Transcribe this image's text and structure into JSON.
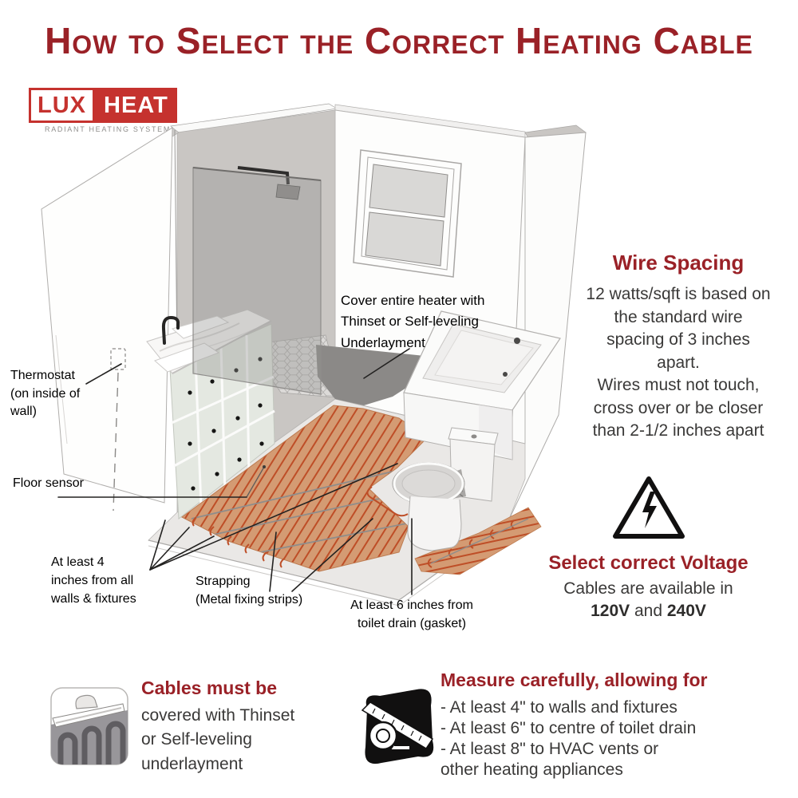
{
  "title": "How to Select the Correct Heating Cable",
  "logo": {
    "lux": "LUX",
    "heat": "HEAT",
    "tagline": "RADIANT HEATING SYSTEMS"
  },
  "colors": {
    "accent_red": "#9A2127",
    "logo_red": "#C5322E",
    "cable_orange": "#BE4E27",
    "mat_tan": "#D49B73",
    "thinset_gray": "#8B8987",
    "body_text": "#3A3938"
  },
  "icons": {
    "voltage_warning": "lightning-triangle",
    "covered": "trowel-over-cables",
    "measure": "measuring-tape"
  },
  "diagram": {
    "labels": {
      "thermostat": "Thermostat\n(on inside of\nwall)",
      "floor_sensor": "Floor sensor",
      "at_least_4": "At least 4\ninches from all\nwalls & fixtures",
      "strapping": "Strapping\n(Metal fixing strips)",
      "toilet_drain": "At least 6 inches from\ntoilet drain (gasket)",
      "cover_heater": "Cover entire heater with\nThinset or Self-leveling\nUnderlayment"
    }
  },
  "wire_spacing": {
    "heading": "Wire Spacing",
    "body": "12 watts/sqft is based on\nthe standard wire\nspacing of 3 inches\napart.\nWires must not touch,\ncross over or be closer\nthan 2-1/2 inches apart"
  },
  "voltage": {
    "heading": "Select correct Voltage",
    "line1": "Cables are available in",
    "v1": "120V",
    "and": " and ",
    "v2": "240V"
  },
  "cables_covered": {
    "heading": "Cables must be",
    "body": "covered with Thinset\nor Self-leveling\nunderlayment"
  },
  "measure": {
    "heading": "Measure carefully, allowing for",
    "items": [
      "- At least 4\" to walls and fixtures",
      "- At least 6\" to centre of toilet drain",
      "- At least 8\" to HVAC vents or",
      "other heating appliances"
    ]
  }
}
